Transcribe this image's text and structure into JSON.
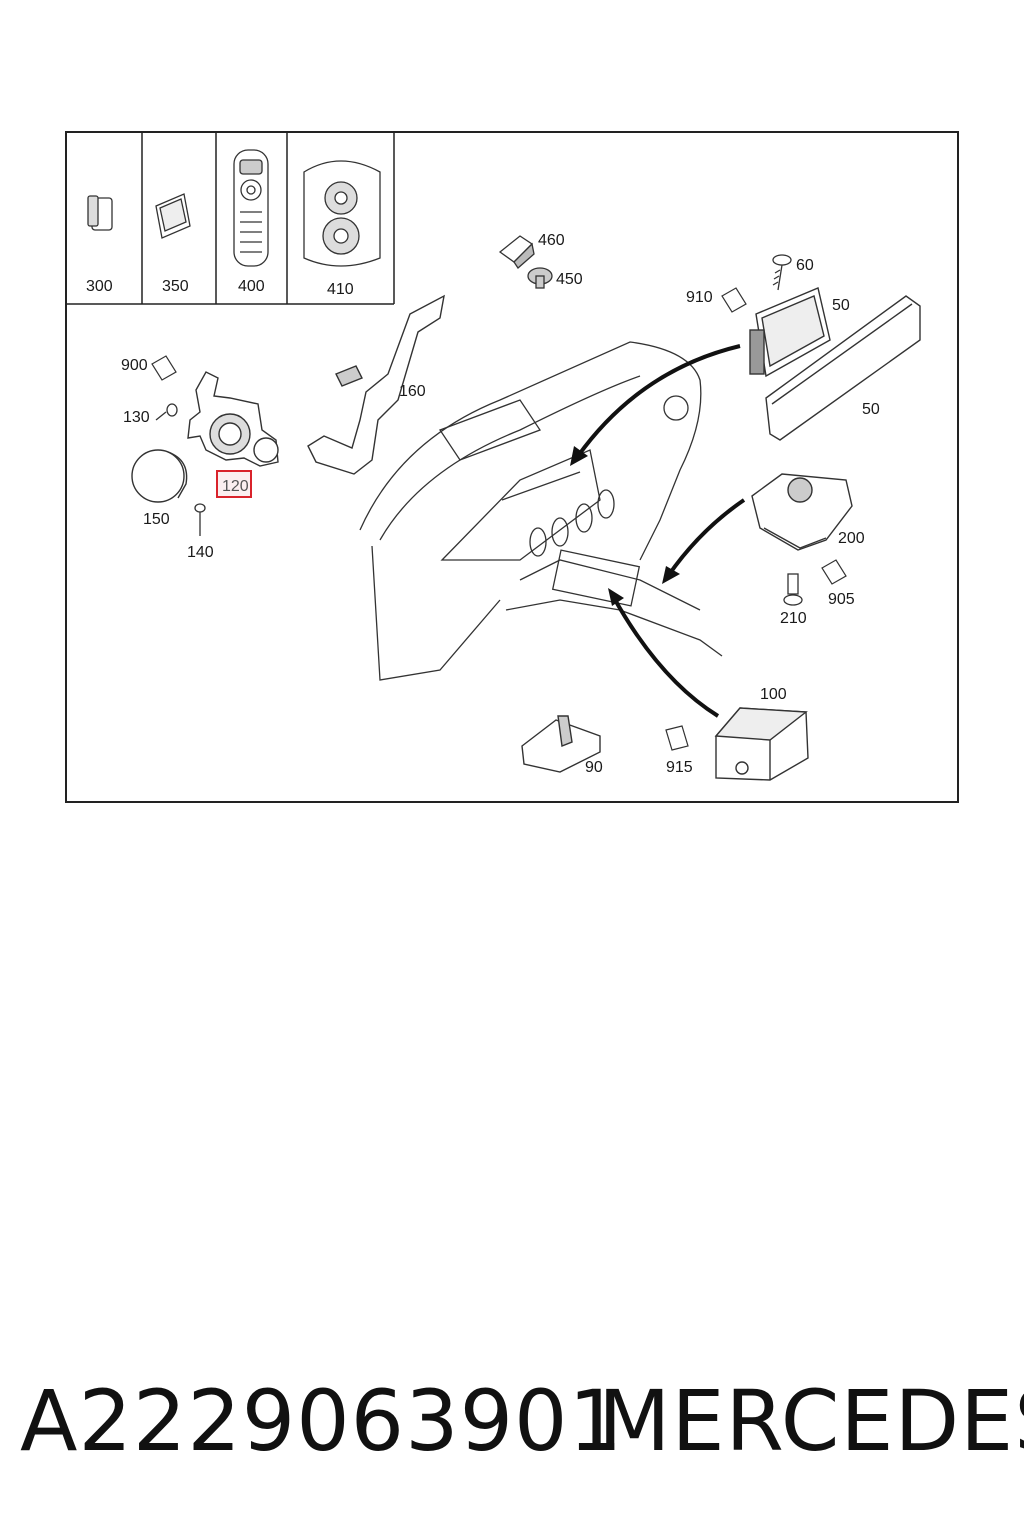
{
  "diagram": {
    "callouts": {
      "c300": "300",
      "c350": "350",
      "c400": "400",
      "c410": "410",
      "c460": "460",
      "c450": "450",
      "c60": "60",
      "c910": "910",
      "c50a": "50",
      "c50b": "50",
      "c900": "900",
      "c130": "130",
      "c160": "160",
      "c120": "120",
      "c150": "150",
      "c140": "140",
      "c200": "200",
      "c905": "905",
      "c210": "210",
      "c100": "100",
      "c90": "90",
      "c915": "915"
    },
    "highlighted_callout": "120",
    "highlight_color": "#d9232b"
  },
  "footer": {
    "part_number": "A2229063901",
    "brand": "MERCEDES"
  }
}
